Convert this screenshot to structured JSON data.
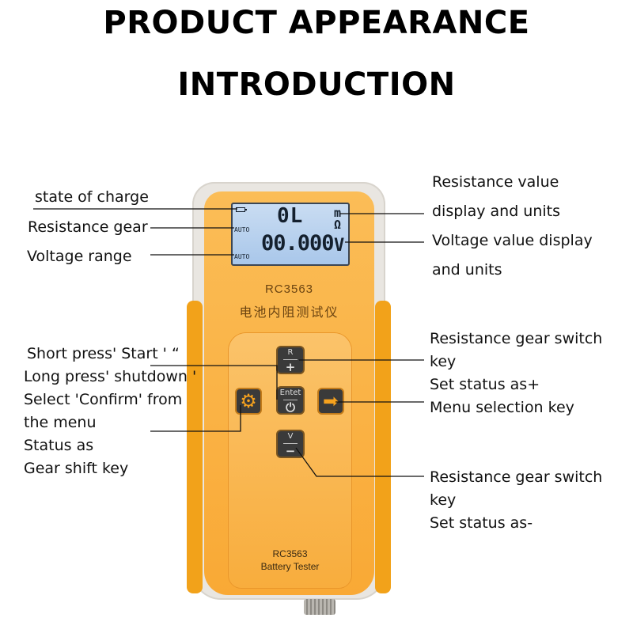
{
  "title": {
    "line1": "PRODUCT APPEARANCE",
    "line2": "INTRODUCTION"
  },
  "device": {
    "model_top": "RC3563",
    "model_cn": "电池内阻测试仪",
    "bottom_model": "RC3563",
    "bottom_name": "Battery Tester",
    "color_body": "#f9a935",
    "color_shell": "#e9e6e1"
  },
  "lcd": {
    "auto_top": "AUTO",
    "auto_bottom": "AUTO",
    "resistance_value": "0L",
    "resistance_unit_prefix": "m",
    "resistance_unit": "Ω",
    "voltage_value": "00.000",
    "voltage_unit": "V"
  },
  "keys": {
    "r_plus": {
      "top": "R",
      "bottom": "+"
    },
    "enter": {
      "top": "Entet",
      "bottom": "⏻"
    },
    "v_minus": {
      "top": "V",
      "bottom": "−"
    },
    "settings_icon": "gear-icon",
    "arrow_icon": "arrow-right-icon"
  },
  "callouts": {
    "state_of_charge": "state of charge",
    "resistance_gear": "Resistance gear",
    "voltage_range": "Voltage range",
    "resistance_value_display": [
      "Resistance value",
      "display and units"
    ],
    "voltage_value_display": [
      "Voltage value display",
      "and units"
    ],
    "left_key": [
      "Short press' Start '  “",
      "Long press' shutdown '",
      "Select 'Confirm' from",
      "the menu",
      "Status as",
      "Gear shift key"
    ],
    "r_key": [
      "Resistance gear switch",
      "key",
      "Set status as+",
      "Menu selection key"
    ],
    "v_key": [
      "Resistance gear switch",
      "key",
      "Set status as-"
    ]
  }
}
